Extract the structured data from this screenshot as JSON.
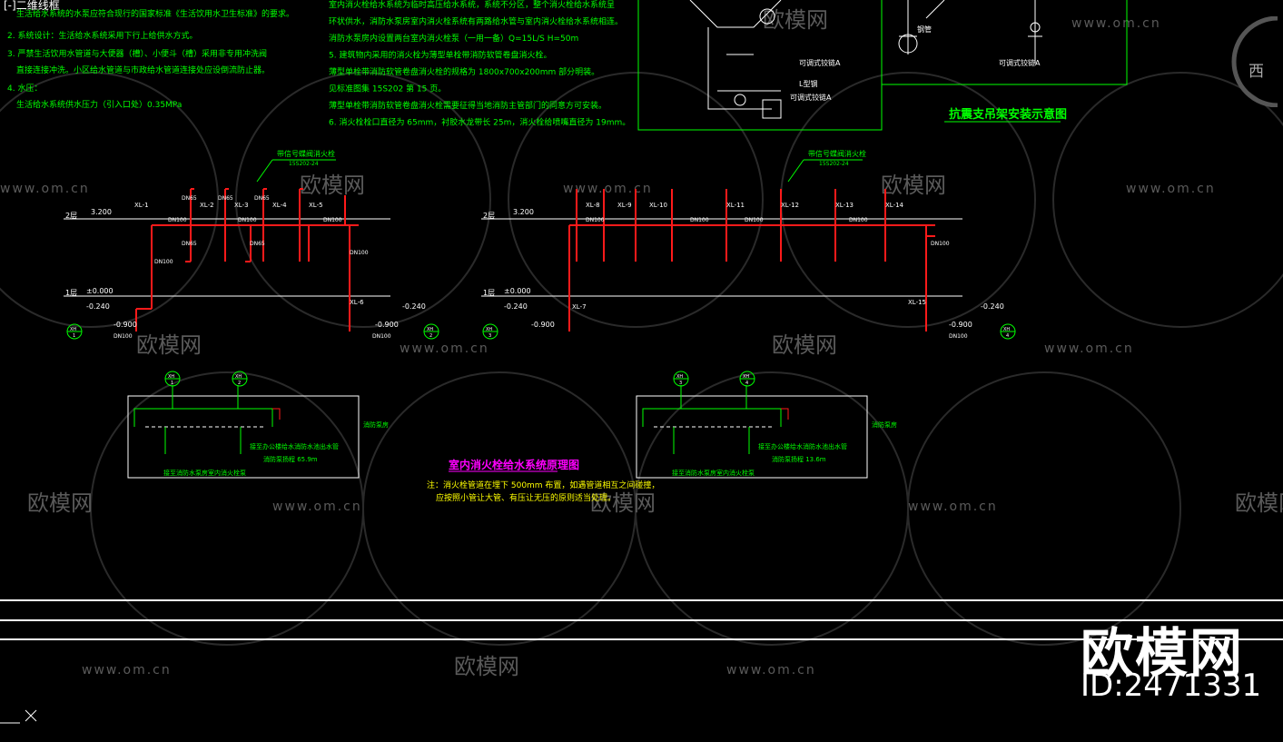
{
  "app": {
    "view_label": "[-]二维线框",
    "compass_west": "西"
  },
  "notes_left": [
    "生活给水系统的水泵应符合现行的国家标准《生活饮用水卫生标准》的要求。",
    "2. 系统设计：生活给水系统采用下行上给供水方式。",
    "3. 严禁生活饮用水管道与大便器（槽）、小便斗（槽）采用非专用冲洗阀",
    "直接连接冲洗。小区给水管道与市政给水管道连接处应设倒流防止器。",
    "4. 水压：",
    "生活给水系统供水压力（引入口处）0.35MPa"
  ],
  "notes_mid": [
    "室内消火栓给水系统为临时高压给水系统，系统不分区，整个消火栓给水系统呈",
    "环状供水，消防水泵房室内消火栓系统有两路给水管与室内消火栓给水系统相连。",
    "消防水泵房内设置两台室内消火栓泵（一用一备）Q=15L/S H=50m",
    "5. 建筑物内采用的消火栓为薄型单栓带消防软管卷盘消火栓。",
    "薄型单栓带消防软管卷盘消火栓的规格为 1800x700x200mm 部分明装。",
    "见标准图集 15S202 第 15 页。",
    "薄型单栓带消防软管卷盘消火栓需要征得当地消防主管部门的同意方可安装。",
    "6. 消火栓栓口直径为 65mm，衬胶水龙带长 25m，消火栓给喷嘴直径为 19mm。"
  ],
  "seismic": {
    "title": "抗震支吊架安装示意图",
    "labels": [
      "可调式铰链A",
      "L型钢",
      "可调式铰链A",
      "钢管",
      "可调式铰链A"
    ]
  },
  "fire_diagram": {
    "title": "室内消火栓给水系统原理图",
    "note_lines": [
      "注：消火栓管道在埋下 500mm 布置，如遇管道相互之间碰撞，",
      "应按照小管让大管、有压让无压的原则适当处理。"
    ],
    "callout": "带信号蝶阀消火栓",
    "callout_code": "15S202-24",
    "level_top": "3.200",
    "level_mid": "±0.000",
    "level_low": "-0.240",
    "level_pit": "-0.900",
    "floor_2": "2层",
    "floor_1": "1层",
    "risers_left": [
      "XL-1",
      "XL-2",
      "XL-3",
      "XL-4",
      "XL-5",
      "XL-6"
    ],
    "risers_right": [
      "XL-7",
      "XL-8",
      "XL-9",
      "XL-10",
      "XL-11",
      "XL-12",
      "XL-13",
      "XL-14",
      "XL-15"
    ],
    "pipe_main": "DN100",
    "pipe_branch": "DN65",
    "inlets": [
      "XH 1",
      "XH 2",
      "XH 3",
      "XH 4"
    ],
    "pump_box_label_1": "接至消防水泵房室内消火栓泵",
    "pump_box_label_2": "接至办公楼给水消防水池出水管",
    "pump_box_label_3": "消防泵房",
    "pump_box_flow_a": "消防泵扬程 65.9m",
    "pump_box_flow_b": "消防泵扬程 13.6m"
  },
  "watermark": {
    "brand": "欧模网",
    "site": "www.om.cn",
    "id": "ID:2471331"
  },
  "colors": {
    "background": "#000000",
    "pipe": "#ff1a1a",
    "text_green": "#00ff00",
    "text_yellow": "#ffff00",
    "magenta": "#ff00ff",
    "line": "#ffffff",
    "watermark": "#5a5a5a"
  }
}
